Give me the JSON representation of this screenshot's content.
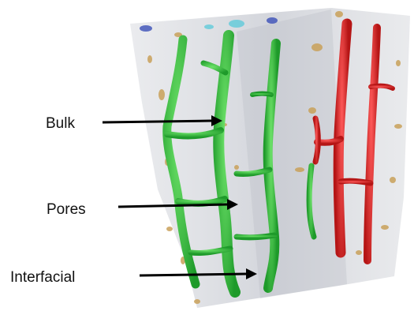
{
  "labels": {
    "bulk": "Bulk",
    "pores": "Pores",
    "interfacial": "Interfacial"
  },
  "colors": {
    "bulk_phase": "#2fc23a",
    "interfacial_phase": "#e02a2a",
    "pore_phase": "#c9a15a",
    "volume_tint": "#c9ccd4",
    "top_edge_blue": "#3a4fb8",
    "top_edge_cyan": "#4fc8d8"
  }
}
